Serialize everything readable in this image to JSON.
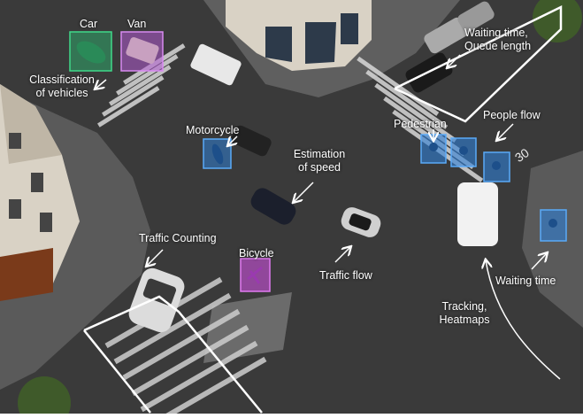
{
  "colors": {
    "road": "#3a3a3a",
    "sidewalk": "#6b6b6b",
    "building": "#d9d2c5",
    "roof": "#4a4a4a",
    "tree": "#3f5a2a",
    "white": "#ffffff",
    "car_box": "#2ea86a",
    "van_box": "#b05ad0",
    "blue_box": "#2f7fd6",
    "bicycle_box": "#c04fd0"
  },
  "labels": {
    "car": "Car",
    "van": "Van",
    "classification_line1": "Classification",
    "classification_line2": "of vehicles",
    "motorcycle": "Motorcycle",
    "speed_line1": "Estimation",
    "speed_line2": "of speed",
    "waiting_queue_line1": "Waiting time,",
    "waiting_queue_line2": "Queue length",
    "pedestrian": "Pedestrian",
    "people_flow": "People flow",
    "traffic_counting": "Traffic Counting",
    "bicycle": "Bicycle",
    "traffic_flow": "Traffic flow",
    "waiting_time": "Waiting time",
    "tracking_line1": "Tracking,",
    "tracking_line2": "Heatmaps",
    "road_marking": "30"
  },
  "icons": {
    "car": "car-icon",
    "van": "van-icon",
    "motorcycle": "motorcycle-icon",
    "bicycle": "bicycle-icon",
    "pedestrian": "pedestrian-icon"
  }
}
